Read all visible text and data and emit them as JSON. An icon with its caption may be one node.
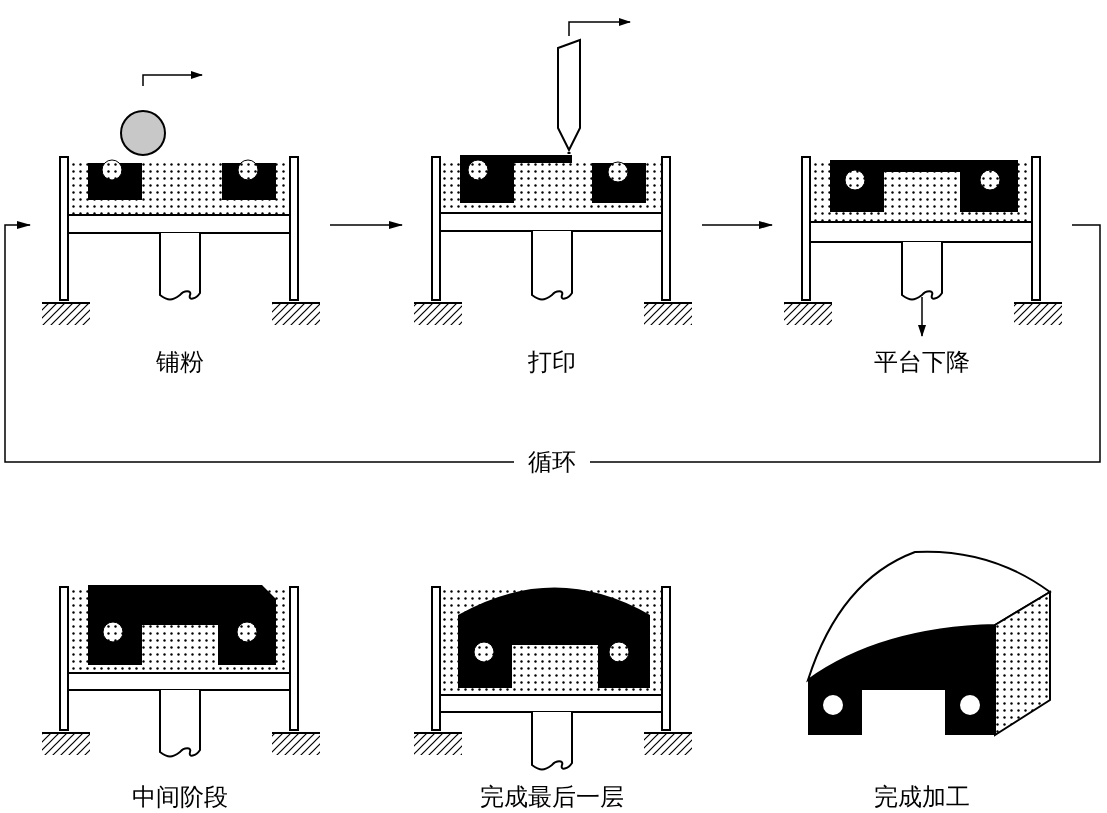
{
  "diagram": {
    "nodes": [
      {
        "text": [
          "铺粉"
        ]
      },
      {
        "text": [
          "打印"
        ]
      },
      {
        "text": [
          "平台下降"
        ]
      },
      {
        "text": [
          "中间阶段"
        ]
      },
      {
        "text": [
          "完成最后一层"
        ]
      },
      {
        "text": [
          "完成加工"
        ]
      }
    ],
    "edges": [
      {
        "from": 0,
        "to": 1,
        "arrow": "to"
      },
      {
        "from": 1,
        "to": 2,
        "arrow": "to"
      },
      {
        "from": 2,
        "to": 0,
        "arrow": "to",
        "label": "循环"
      }
    ]
  }
}
